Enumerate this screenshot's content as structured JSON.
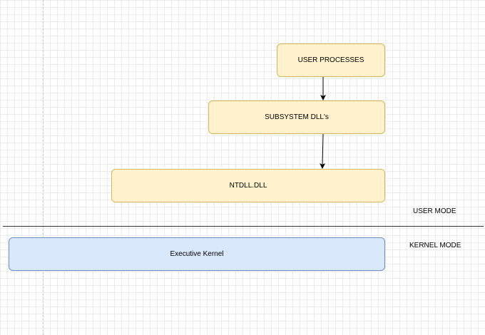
{
  "diagram": {
    "nodes": {
      "user_processes": "USER PROCESSES",
      "subsystem_dlls": "SUBSYSTEM DLL's",
      "ntdll": "NTDLL.DLL",
      "executive_kernel": "Executive Kernel"
    },
    "zones": {
      "user_mode": "USER MODE",
      "kernel_mode": "KERNEL MODE"
    },
    "edges": [
      {
        "from": "user_processes",
        "to": "subsystem_dlls"
      },
      {
        "from": "subsystem_dlls",
        "to": "ntdll"
      }
    ],
    "colors": {
      "user_fill": "#fff2cc",
      "user_stroke": "#d6b656",
      "kernel_fill": "#dae8fc",
      "kernel_stroke": "#6c8ebf",
      "divider": "#333333"
    }
  }
}
